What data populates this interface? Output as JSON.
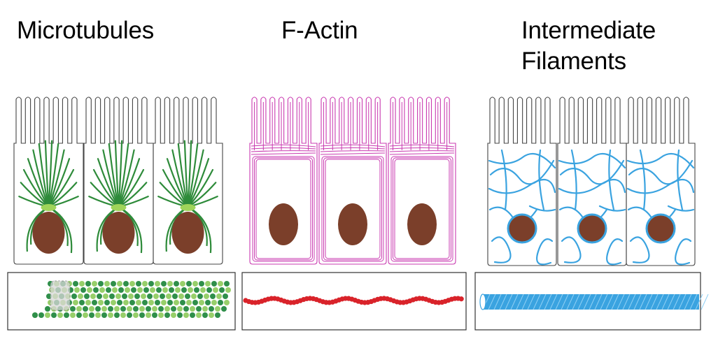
{
  "titles": {
    "microtubules": "Microtubules",
    "factin": "F-Actin",
    "intermediate_line1": "Intermediate",
    "intermediate_line2": "Filaments"
  },
  "colors": {
    "microtubule": "#2e8b3a",
    "mtoc": "#9fd45a",
    "tubulin_dark": "#2f8f4a",
    "tubulin_light": "#98cf6a",
    "actin": "#c93ab0",
    "actin_monomer": "#d9232a",
    "intermediate": "#3aa3e0",
    "nucleus": "#7b3f2a"
  }
}
